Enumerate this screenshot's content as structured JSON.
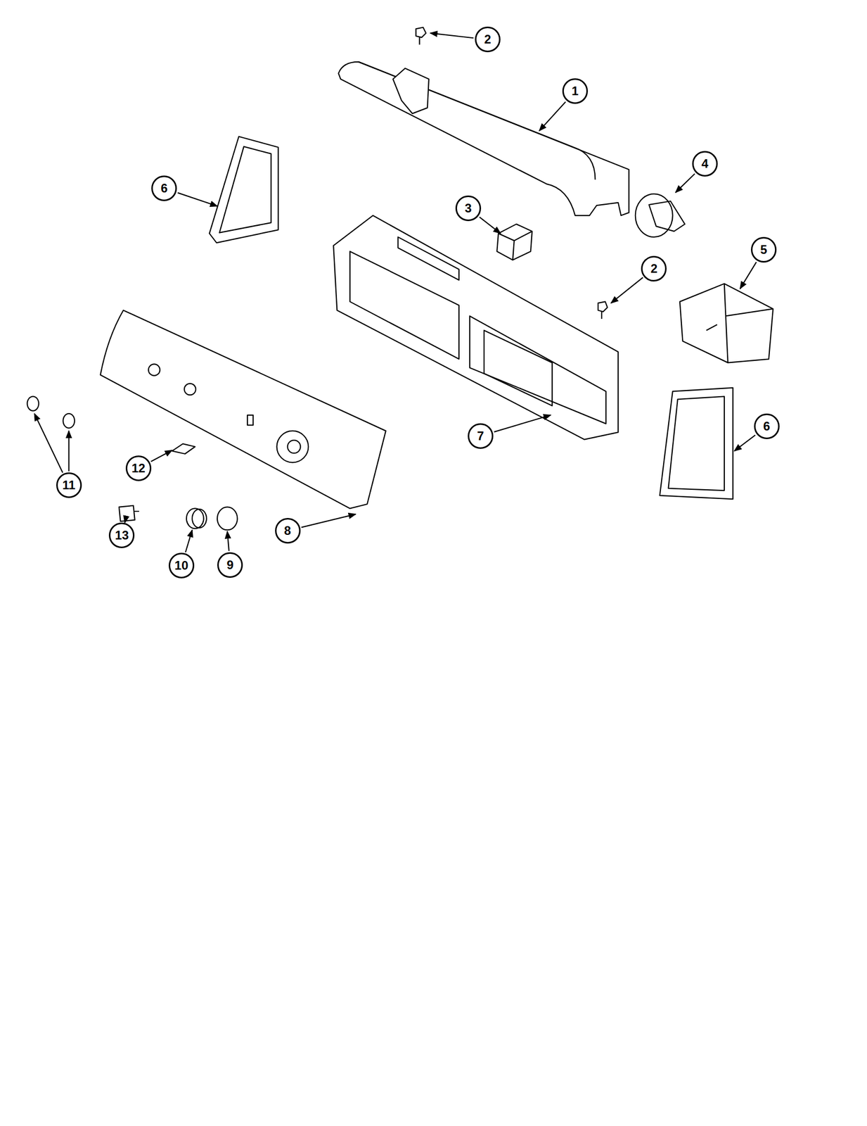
{
  "diagram": {
    "nodes": [
      {
        "text": [
          "2"
        ]
      },
      {
        "text": [
          "1"
        ]
      },
      {
        "text": [
          "6"
        ]
      },
      {
        "text": [
          "4"
        ]
      },
      {
        "text": [
          "3"
        ]
      },
      {
        "text": [
          "5"
        ]
      },
      {
        "text": [
          "2"
        ]
      },
      {
        "text": [
          "6"
        ]
      },
      {
        "text": [
          "7"
        ]
      },
      {
        "text": [
          "12"
        ]
      },
      {
        "text": [
          "11"
        ]
      },
      {
        "text": [
          "8"
        ]
      },
      {
        "text": [
          "13"
        ]
      },
      {
        "text": [
          "10"
        ]
      },
      {
        "text": [
          "9"
        ]
      }
    ]
  }
}
